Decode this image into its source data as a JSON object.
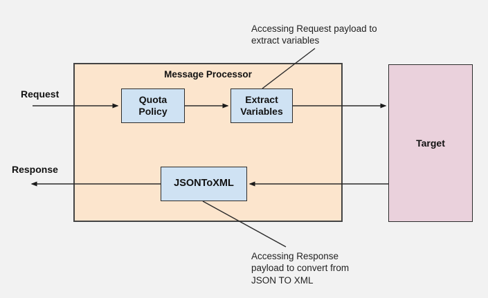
{
  "diagram": {
    "processor": {
      "title": "Message Processor"
    },
    "flow_labels": {
      "request": "Request",
      "response": "Response"
    },
    "nodes": {
      "quota_policy": "Quota Policy",
      "extract_variables": "Extract Variables",
      "json_to_xml": "JSONToXML",
      "target": "Target"
    },
    "annotations": {
      "request_payload": "Accessing Request payload to extract variables",
      "response_payload": "Accessing Response payload to convert from JSON TO XML"
    },
    "colors": {
      "canvas_bg": "#f2f2f2",
      "processor_fill": "#fce5cd",
      "node_fill": "#cfe2f3",
      "target_fill": "#ead1dc",
      "container_border": "#434343",
      "node_border": "#2b2b2b",
      "line_color": "#2b2b2b"
    }
  }
}
